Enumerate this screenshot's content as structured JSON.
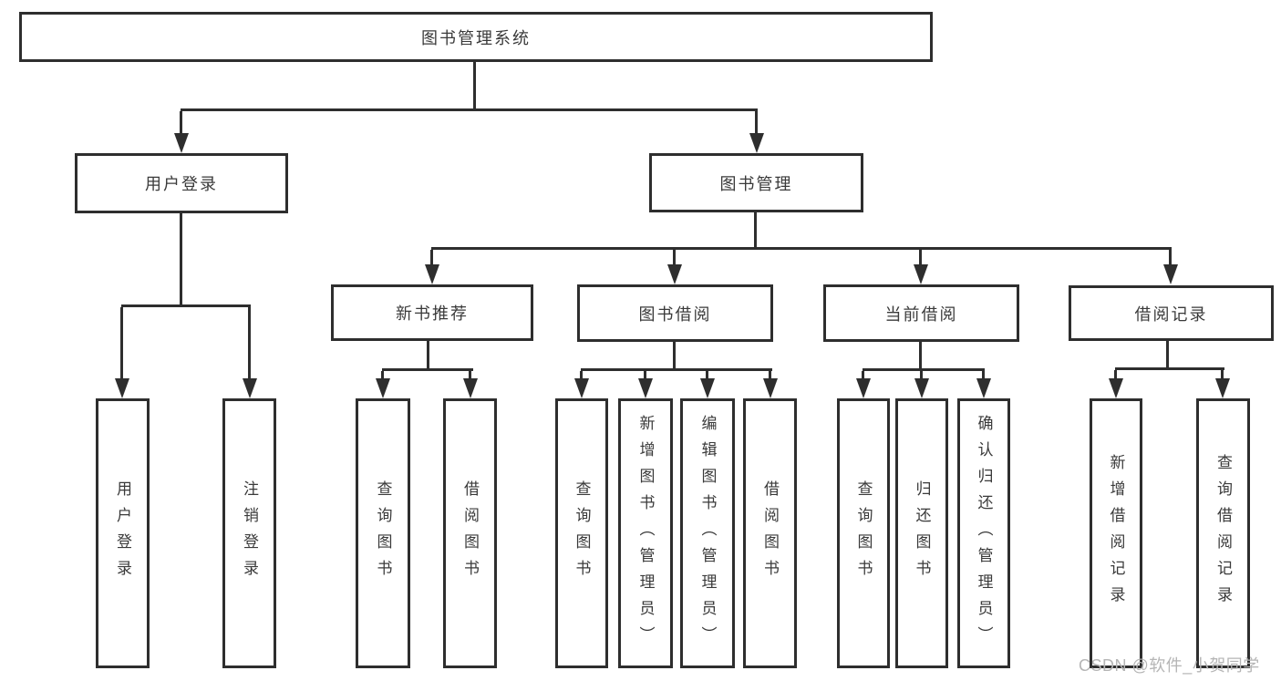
{
  "diagram": {
    "type": "hierarchy-tree",
    "title": "图书管理系统",
    "watermark": "CSDN @软件_小贺同学",
    "colors": {
      "line": "#2e2e2e",
      "text": "#3a3a3a",
      "background": "#ffffff",
      "watermark": "#b5b5b5"
    },
    "nodes": {
      "root": {
        "label": "图书管理系统"
      },
      "login": {
        "label": "用户登录"
      },
      "manage": {
        "label": "图书管理"
      },
      "login_user": {
        "label": "用户登录"
      },
      "login_logout": {
        "label": "注销登录"
      },
      "recommend": {
        "label": "新书推荐"
      },
      "borrow": {
        "label": "图书借阅"
      },
      "current": {
        "label": "当前借阅"
      },
      "records": {
        "label": "借阅记录"
      },
      "recommend_query": {
        "label": "查询图书"
      },
      "recommend_borrow": {
        "label": "借阅图书"
      },
      "borrow_query": {
        "label": "查询图书"
      },
      "borrow_add": {
        "label": "新增图书（管理员）"
      },
      "borrow_edit": {
        "label": "编辑图书（管理员）"
      },
      "borrow_lend": {
        "label": "借阅图书"
      },
      "current_query": {
        "label": "查询图书"
      },
      "current_return": {
        "label": "归还图书"
      },
      "current_confirm": {
        "label": "确认归还（管理员）"
      },
      "records_add": {
        "label": "新增借阅记录"
      },
      "records_query": {
        "label": "查询借阅记录"
      }
    },
    "edges": [
      {
        "from": "图书管理系统",
        "to": "用户登录"
      },
      {
        "from": "图书管理系统",
        "to": "图书管理"
      },
      {
        "from": "用户登录",
        "to": "用户登录"
      },
      {
        "from": "用户登录",
        "to": "注销登录"
      },
      {
        "from": "图书管理",
        "to": "新书推荐"
      },
      {
        "from": "图书管理",
        "to": "图书借阅"
      },
      {
        "from": "图书管理",
        "to": "当前借阅"
      },
      {
        "from": "图书管理",
        "to": "借阅记录"
      },
      {
        "from": "新书推荐",
        "to": "查询图书"
      },
      {
        "from": "新书推荐",
        "to": "借阅图书"
      },
      {
        "from": "图书借阅",
        "to": "查询图书"
      },
      {
        "from": "图书借阅",
        "to": "新增图书（管理员）"
      },
      {
        "from": "图书借阅",
        "to": "编辑图书（管理员）"
      },
      {
        "from": "图书借阅",
        "to": "借阅图书"
      },
      {
        "from": "当前借阅",
        "to": "查询图书"
      },
      {
        "from": "当前借阅",
        "to": "归还图书"
      },
      {
        "from": "当前借阅",
        "to": "确认归还（管理员）"
      },
      {
        "from": "借阅记录",
        "to": "新增借阅记录"
      },
      {
        "from": "借阅记录",
        "to": "查询借阅记录"
      }
    ]
  }
}
